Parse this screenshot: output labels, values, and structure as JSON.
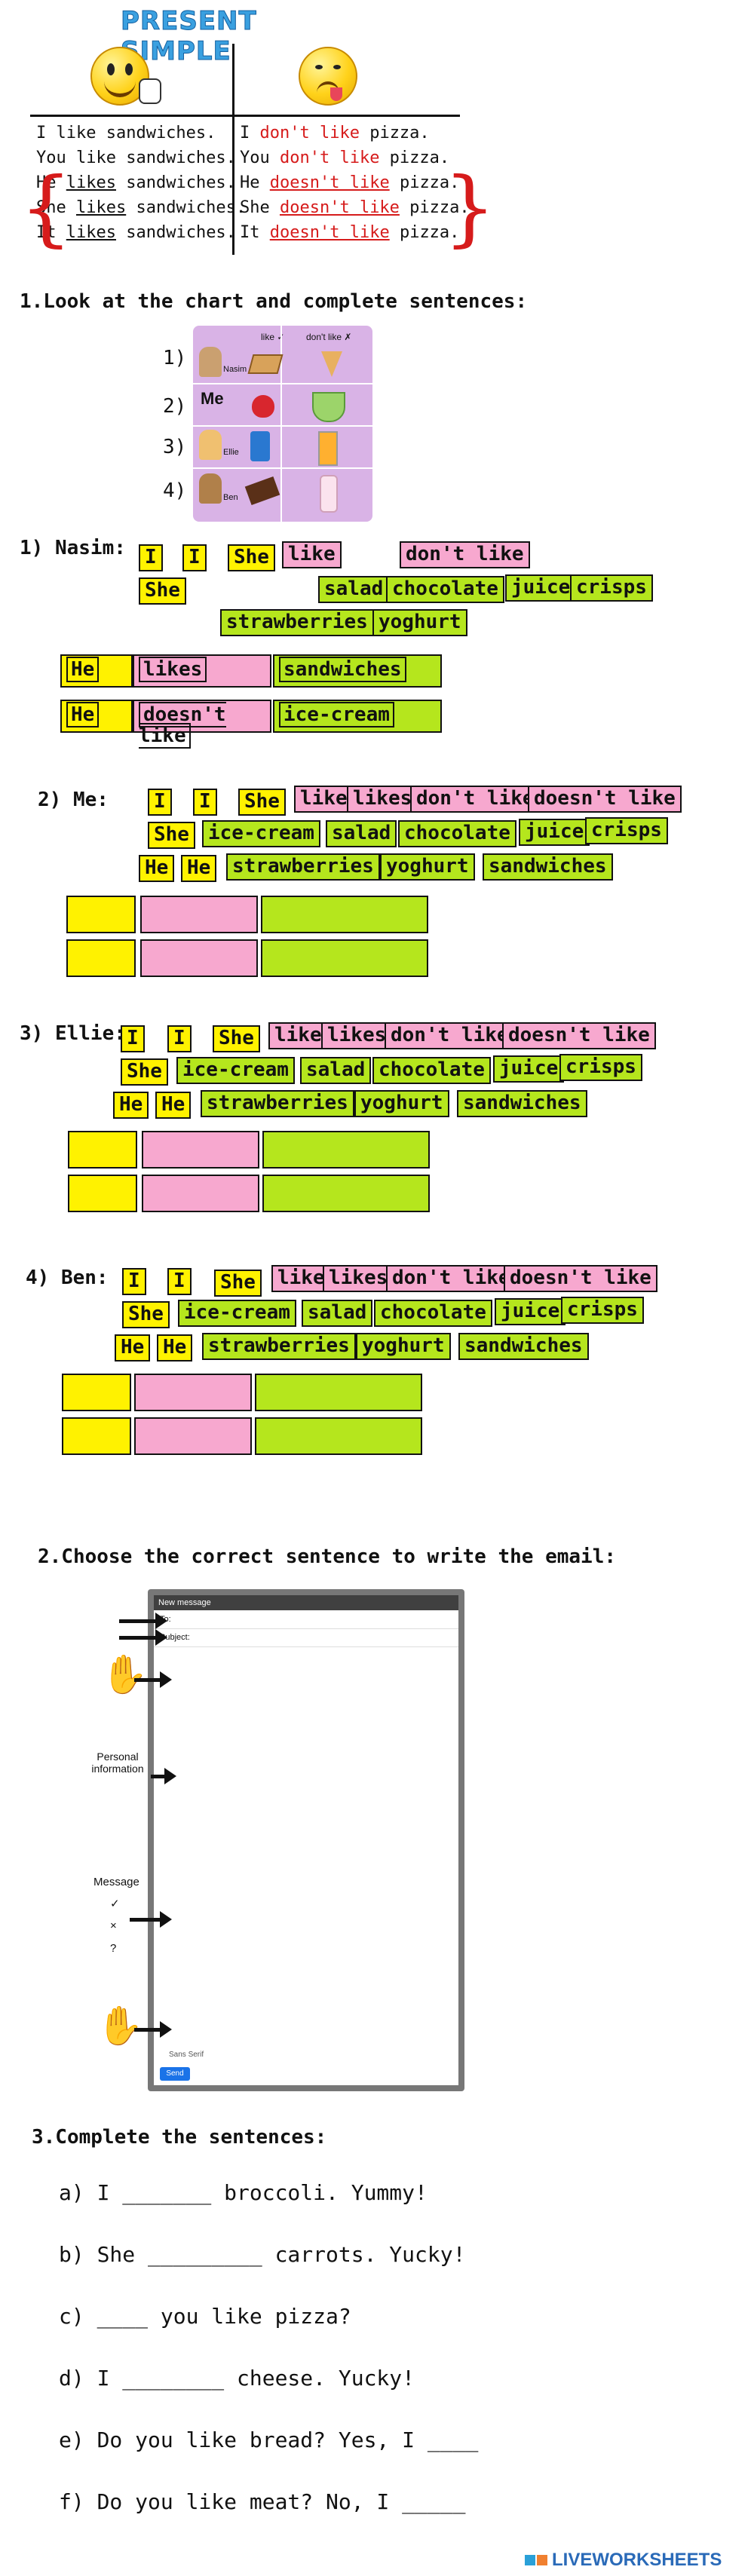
{
  "title": "PRESENT SIMPLE",
  "grammar": {
    "like": [
      {
        "pre": "I like sandwiches.",
        "verb": "",
        "post": ""
      },
      {
        "pre": "You like sandwiches.",
        "verb": "",
        "post": ""
      },
      {
        "pre": "He ",
        "verb": "likes",
        "post": " sandwiches."
      },
      {
        "pre": "She ",
        "verb": "likes",
        "post": " sandwiches."
      },
      {
        "pre": "It ",
        "verb": "likes",
        "post": " sandwiches."
      }
    ],
    "dislike": [
      {
        "pre": "I ",
        "neg": "don't like",
        "post": " pizza."
      },
      {
        "pre": "You ",
        "neg": "don't like",
        "post": " pizza."
      },
      {
        "pre": "He ",
        "neg": "doesn't like",
        "post": " pizza."
      },
      {
        "pre": "She ",
        "neg": "doesn't like",
        "post": " pizza."
      },
      {
        "pre": "It ",
        "neg": "doesn't like",
        "post": " pizza."
      }
    ]
  },
  "section1": {
    "heading": "1.Look at the chart and complete sentences:",
    "chart": {
      "col_like": "like ✓",
      "col_dislike": "don't like ✗",
      "rows": [
        {
          "num": "1)",
          "name": "Nasim"
        },
        {
          "num": "2)",
          "name": "Me"
        },
        {
          "num": "3)",
          "name": "Ellie"
        },
        {
          "num": "4)",
          "name": "Ben"
        }
      ]
    },
    "exercises": [
      {
        "label": "1) Nasim:",
        "chips_row1": [
          "I",
          "I",
          "She",
          "like",
          "don't like"
        ],
        "chips_row2": [
          "She",
          "salad",
          "chocolate",
          "juice",
          "crisps"
        ],
        "chips_row3": [
          "strawberries",
          "yoghurt"
        ],
        "answers": [
          [
            "He",
            "likes",
            "sandwiches"
          ],
          [
            "He",
            "doesn't like",
            "ice-cream"
          ]
        ]
      },
      {
        "label": "2) Me:",
        "chips_row1": [
          "I",
          "I",
          "She",
          "like",
          "likes",
          "don't like",
          "doesn't like"
        ],
        "chips_row2": [
          "She",
          "ice-cream",
          "salad",
          "chocolate",
          "juice",
          "crisps"
        ],
        "chips_row3": [
          "He",
          "He",
          "strawberries",
          "yoghurt",
          "sandwiches"
        ]
      },
      {
        "label": "3) Ellie:",
        "chips_row1": [
          "I",
          "I",
          "She",
          "like",
          "likes",
          "don't like",
          "doesn't like"
        ],
        "chips_row2": [
          "She",
          "ice-cream",
          "salad",
          "chocolate",
          "juice",
          "crisps"
        ],
        "chips_row3": [
          "He",
          "He",
          "strawberries",
          "yoghurt",
          "sandwiches"
        ]
      },
      {
        "label": "4) Ben:",
        "chips_row1": [
          "I",
          "I",
          "She",
          "like",
          "likes",
          "don't like",
          "doesn't like"
        ],
        "chips_row2": [
          "She",
          "ice-cream",
          "salad",
          "chocolate",
          "juice",
          "crisps"
        ],
        "chips_row3": [
          "He",
          "He",
          "strawberries",
          "yoghurt",
          "sandwiches"
        ]
      }
    ]
  },
  "section2": {
    "heading": "2.Choose the correct sentence to write the email:",
    "email": {
      "window_title": "New message",
      "to_label": "To:",
      "subject_label": "Subject:",
      "send_label": "Send",
      "font_label": "Sans Serif"
    },
    "side_labels": {
      "personal": "Personal information",
      "message": "Message",
      "check": "✓",
      "cross": "×",
      "question": "?"
    }
  },
  "section3": {
    "heading": "3.Complete the sentences:",
    "sentences": [
      "a) I _______ broccoli. Yummy!",
      "b) She _________ carrots. Yucky!",
      "c) ____ you like pizza?",
      "d) I ________ cheese. Yucky!",
      "e) Do you like bread? Yes, I ____",
      "f) Do you like meat? No, I _____"
    ]
  },
  "footer": {
    "brand": "LIVEWORKSHEETS"
  },
  "colors": {
    "subject": "#fff200",
    "verb": "#f7a8cf",
    "object": "#b5e61d",
    "negative": "#d61b1b",
    "title": "#3aa0e0"
  }
}
